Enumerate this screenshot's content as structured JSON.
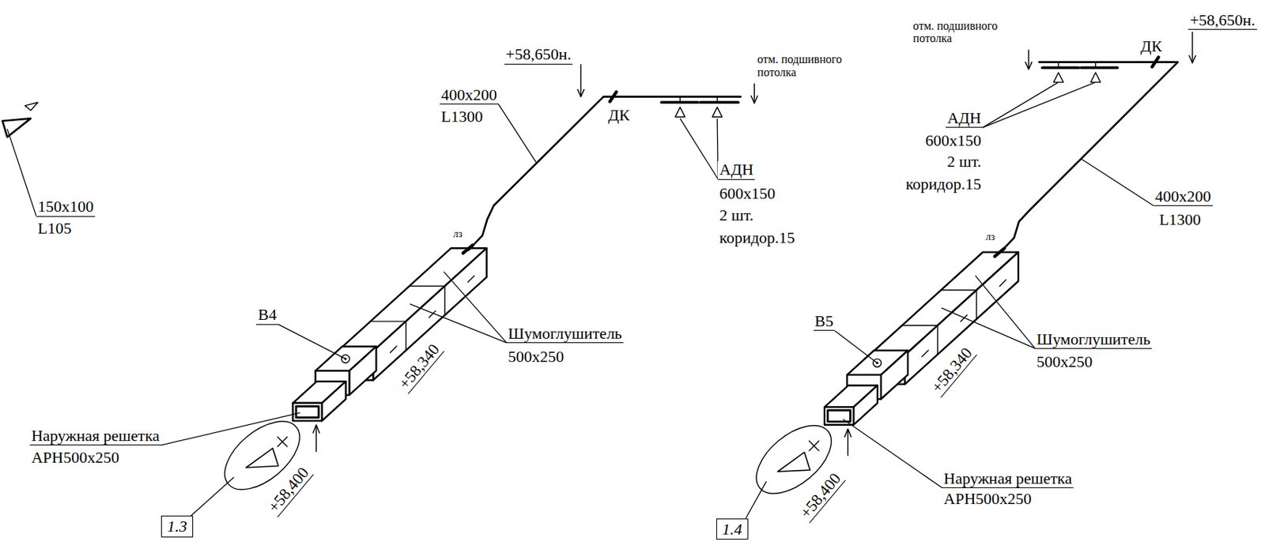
{
  "diagram": {
    "nodes": [
      {
        "text": [
          "1.3"
        ]
      },
      {
        "text": [
          "1.4"
        ]
      }
    ],
    "labels": [
      "150x100",
      "L105",
      "+58,650н.",
      "400x200",
      "L1300",
      "ДК",
      "отм. подшивного потолка",
      "АДН",
      "600x150",
      "2 шт.",
      "коридор.15",
      "лз",
      "В4",
      "Шумоглушитель",
      "500x250",
      "+58,340",
      "Наружная решетка",
      "АРН500x250",
      "+58,400",
      "отм. подшивного потолка",
      "+58,650н.",
      "ДК",
      "АДН",
      "600x150",
      "2 шт.",
      "коридор.15",
      "400x200",
      "L1300",
      "лз",
      "В5",
      "Шумоглушитель",
      "500x250",
      "+58,340",
      "Наружная решетка",
      "АРН500x250",
      "+58,400"
    ]
  }
}
